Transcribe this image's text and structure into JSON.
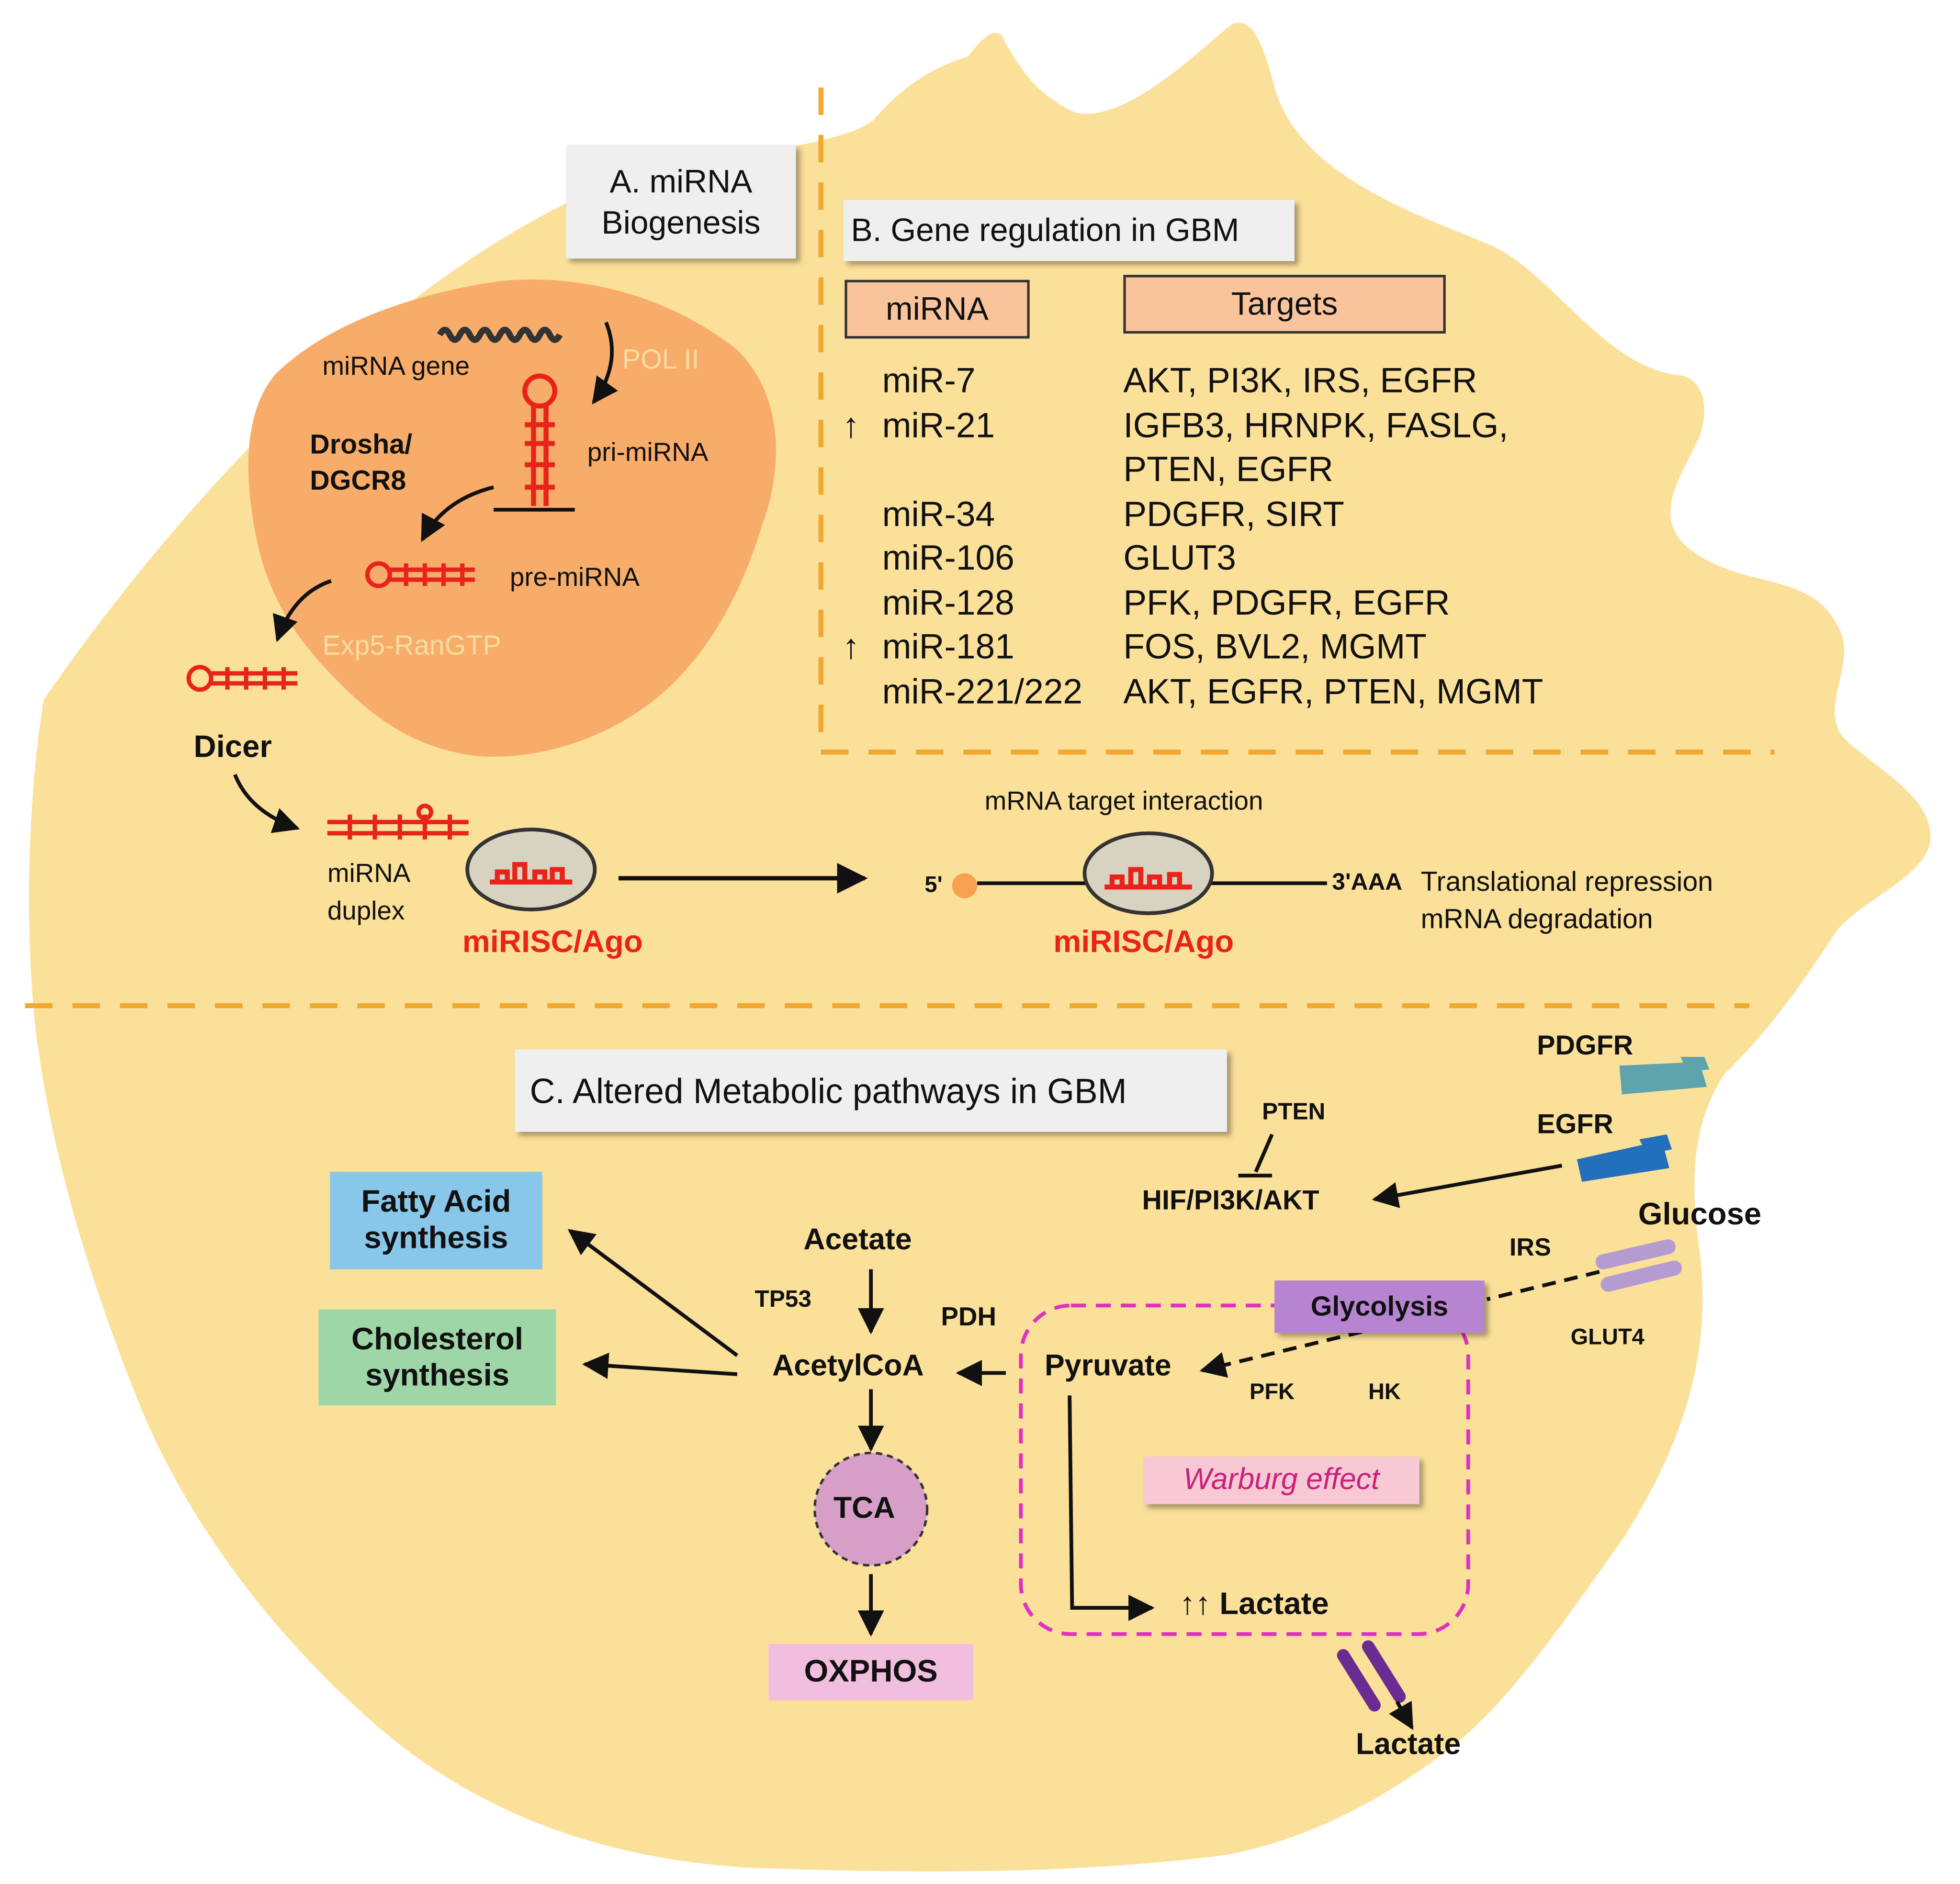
{
  "colors": {
    "cell": "#fbe09a",
    "nucleus": "#f8ac6a",
    "divider": "#f0a830",
    "mirna_red": "#e8241a",
    "table_header": "#f9c49b",
    "fatty_acid_box": "#88c6ea",
    "cholesterol_box": "#9fd6a8",
    "glycolysis_box": "#b784d2",
    "warburg_box": "#f7c9d4",
    "oxphos_box": "#f2bede",
    "tca": "#d79fc8",
    "pdgfr": "#5fa3ad",
    "egfr": "#2270bc",
    "glut4": "#b49cd0",
    "lactate_transporter": "#6a2c91",
    "warburg_border": "#e030c0",
    "warburg_text": "#cc1f7c"
  },
  "panel_a": {
    "title_line1": "A. miRNA",
    "title_line2": "Biogenesis",
    "mirna_gene": "miRNA gene",
    "pol2": "POL II",
    "drosha_line1": "Drosha/",
    "drosha_line2": "DGCR8",
    "pri_mirna": "pri-miRNA",
    "pre_mirna": "pre-miRNA",
    "exp5": "Exp5-RanGTP",
    "dicer": "Dicer",
    "duplex_line1": "miRNA",
    "duplex_line2": "duplex",
    "mirisc": "miRISC/Ago",
    "mrna_interaction": "mRNA target interaction",
    "five_prime": "5'",
    "three_prime": "3'AAA",
    "mirisc_target": "miRISC/Ago",
    "outcome_line1": "Translational  repression",
    "outcome_line2": "mRNA degradation"
  },
  "panel_b": {
    "title": "B. Gene regulation in GBM",
    "col_mirna": "miRNA",
    "col_targets": "Targets",
    "up_arrow": "↑",
    "rows": [
      {
        "up": false,
        "mirna": "miR-7",
        "targets": "AKT, PI3K, IRS,  EGFR"
      },
      {
        "up": true,
        "mirna": "miR-21",
        "targets": "IGFB3, HRNPK, FASLG,"
      },
      {
        "up": false,
        "mirna": "",
        "targets": "PTEN, EGFR"
      },
      {
        "up": false,
        "mirna": "miR-34",
        "targets": "PDGFR, SIRT"
      },
      {
        "up": false,
        "mirna": "miR-106",
        "targets": "GLUT3"
      },
      {
        "up": false,
        "mirna": "miR-128",
        "targets": "PFK, PDGFR, EGFR"
      },
      {
        "up": true,
        "mirna": "miR-181",
        "targets": "FOS, BVL2, MGMT"
      },
      {
        "up": false,
        "mirna": "miR-221/222",
        "targets": "AKT, EGFR, PTEN, MGMT"
      }
    ]
  },
  "panel_c": {
    "title": "C. Altered Metabolic pathways in GBM",
    "fatty_line1": "Fatty Acid",
    "fatty_line2": "synthesis",
    "chol_line1": "Cholesterol",
    "chol_line2": "synthesis",
    "acetate": "Acetate",
    "tp53": "TP53",
    "pdh": "PDH",
    "acetylcoa": "AcetylCoA",
    "tca": "TCA",
    "oxphos": "OXPHOS",
    "pten": "PTEN",
    "hif": "HIF/PI3K/AKT",
    "pdgfr": "PDGFR",
    "egfr": "EGFR",
    "glucose": "Glucose",
    "irs": "IRS",
    "glut4": "GLUT4",
    "glycolysis": "Glycolysis",
    "pyruvate": "Pyruvate",
    "pfk": "PFK",
    "hk": "HK",
    "warburg": "Warburg effect",
    "lactate_inner": "↑↑ Lactate",
    "lactate_outer": "Lactate"
  }
}
